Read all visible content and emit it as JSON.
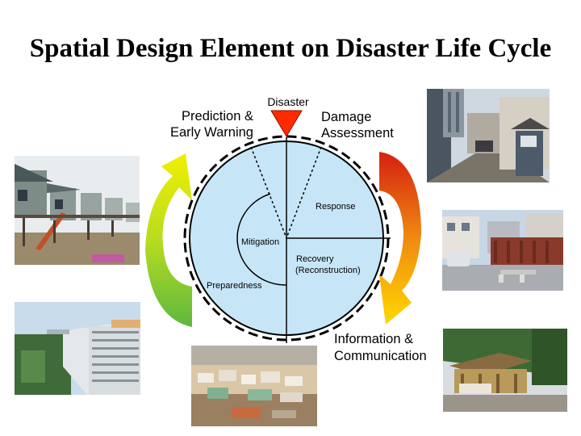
{
  "title": "Spatial Design Element on Disaster Life Cycle",
  "cycle": {
    "disaster": "Disaster",
    "prediction_line1": "Prediction &",
    "prediction_line2": "Early Warning",
    "damage_line1": "Damage",
    "damage_line2": "Assessment",
    "info_line1": "Information &",
    "info_line2": "Communication",
    "response": "Response",
    "mitigation": "Mitigation",
    "recovery_line1": "Recovery",
    "recovery_line2": "(Reconstruction)",
    "preparedness": "Preparedness"
  },
  "colors": {
    "circle_fill": "#c6e6f8",
    "disaster_marker": "#ff2a00",
    "left_arrow_top": "#f0f000",
    "left_arrow_bottom": "#5cb840",
    "right_arrow_top": "#d42010",
    "right_arrow_bottom": "#ffd800"
  }
}
